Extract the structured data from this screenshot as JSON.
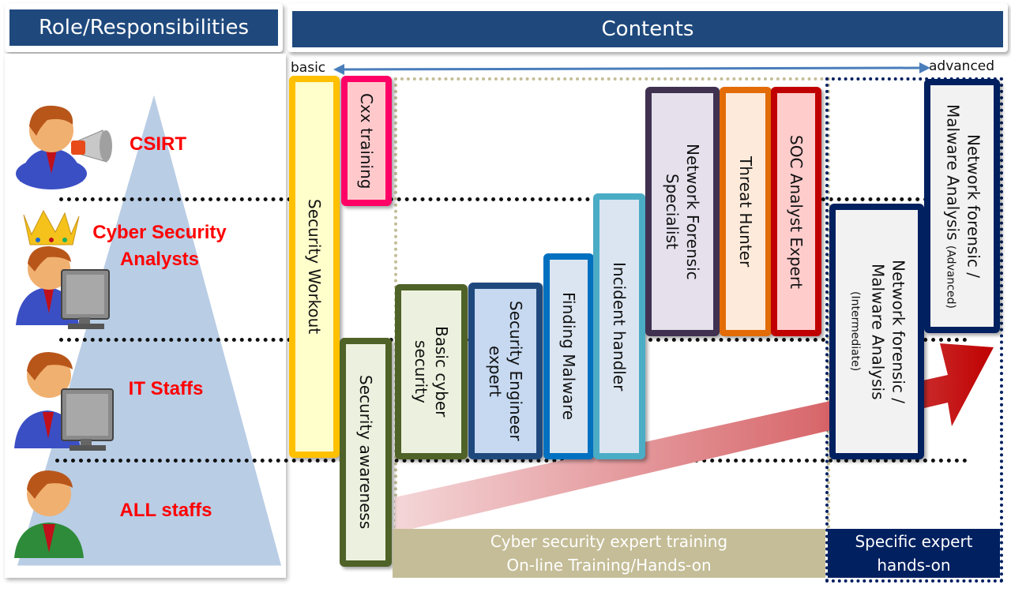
{
  "headers": {
    "left": "Role/Responsibilities",
    "right": "Contents"
  },
  "axis": {
    "start": "basic",
    "end": "advanced"
  },
  "roles": [
    {
      "label": "CSIRT",
      "avatar": "person-megaphone-icon"
    },
    {
      "label": "Cyber Security Analysts",
      "avatar": "person-crown-computer-icon"
    },
    {
      "label": "IT Staffs",
      "avatar": "person-computer-icon"
    },
    {
      "label": "ALL staffs",
      "avatar": "person-green-icon"
    }
  ],
  "courses": {
    "security_workout": "Security Workout",
    "cxx_training": "Cxx training",
    "security_awareness": "Security awareness",
    "basic_cyber_security": "Basic cyber\nsecurity",
    "security_engineer_expert": "Security Engineer\nexpert",
    "finding_malware": "Finding Malware",
    "incident_handler": "Incident handler",
    "network_forensic_specialist": "Network Forensic\nSpecialist",
    "threat_hunter": "Threat Hunter",
    "soc_analyst_expert": "SOC Analyst Expert",
    "nf_intermediate_main": "Network forensic /\nMalware Analysis",
    "nf_intermediate_level": "(Intermediate)",
    "nf_advanced_main": "Network forensic /\nMalware Analysis ",
    "nf_advanced_level": "(Advanced)"
  },
  "footers": {
    "expert_training_line1": "Cyber security expert training",
    "expert_training_line2": "On-line Training/Hands-on",
    "specific_line1": "Specific expert",
    "specific_line2": "hands-on"
  },
  "colors": {
    "header_bg": "#1f497d",
    "role_text": "#ff0000",
    "pyramid": "#b9cde5",
    "expert_footer": "#c4bd97",
    "specific_footer": "#002060"
  }
}
